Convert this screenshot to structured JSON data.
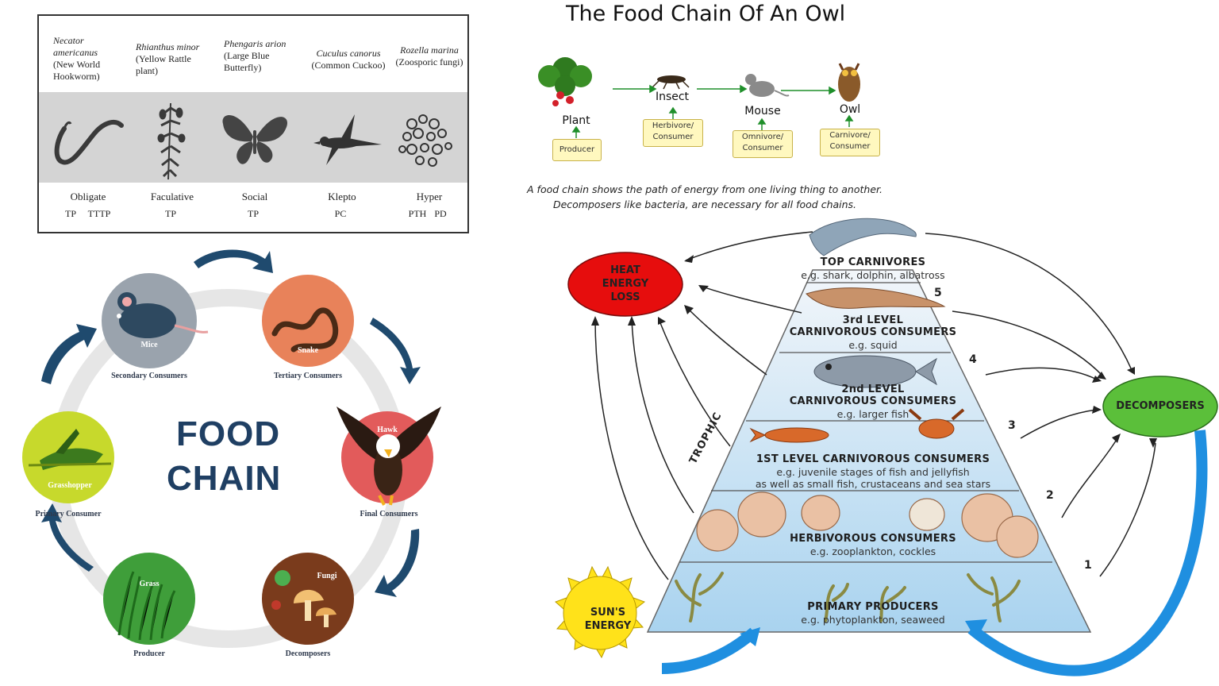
{
  "parasitism": {
    "species": [
      {
        "latin": "Necator americanus",
        "common": "(New World Hookworm)",
        "type": "Obligate",
        "codes": [
          "TP",
          "TTTP"
        ],
        "icon": "hookworm-icon"
      },
      {
        "latin": "Rhianthus minor",
        "common": "(Yellow Rattle plant)",
        "type": "Faculative",
        "codes": [
          "TP"
        ],
        "icon": "yellow-rattle-icon"
      },
      {
        "latin": "Phengaris arion",
        "common": "(Large Blue Butterfly)",
        "type": "Social",
        "codes": [
          "TP"
        ],
        "icon": "butterfly-icon"
      },
      {
        "latin": "Cuculus canorus",
        "common": "(Common Cuckoo)",
        "type": "Klepto",
        "codes": [
          "PC"
        ],
        "icon": "cuckoo-icon"
      },
      {
        "latin": "Rozella marina",
        "common": "(Zoosporic fungi)",
        "type": "Hyper",
        "codes": [
          "PTH",
          "PD"
        ],
        "icon": "fungi-icon"
      }
    ]
  },
  "food_chain_cycle": {
    "title_line1": "FOOD",
    "title_line2": "CHAIN",
    "nodes": [
      {
        "name": "Mice",
        "caption": "Secondary Consumers",
        "color": "#9aa3ad"
      },
      {
        "name": "Snake",
        "caption": "Tertiary Consumers",
        "color": "#e8825a"
      },
      {
        "name": "Hawk",
        "caption": "Final Consumers",
        "color": "#e25b5b"
      },
      {
        "name": "Fungi",
        "caption": "Decomposers",
        "color": "#7a3b1c"
      },
      {
        "name": "Grass",
        "caption": "Producer",
        "color": "#3f9e3a"
      },
      {
        "name": "Grasshopper",
        "caption": "Primary Consumer",
        "color": "#c7d92c"
      }
    ],
    "arrow_color": "#1f4a6e"
  },
  "owl_chain": {
    "title": "The Food Chain Of An Owl",
    "stages": [
      {
        "label": "Plant",
        "role": [
          "Producer"
        ]
      },
      {
        "label": "Insect",
        "role": [
          "Herbivore/",
          "Consumer"
        ]
      },
      {
        "label": "Mouse",
        "role": [
          "Omnivore/",
          "Consumer"
        ]
      },
      {
        "label": "Owl",
        "role": [
          "Carnivore/",
          "Consumer"
        ]
      }
    ],
    "description_line1": "A food chain shows the path of energy from one living thing to another.",
    "description_line2": "Decomposers like bacteria, are necessary for all food chains."
  },
  "trophic_pyramid": {
    "side_label": "TROPHIC",
    "heat_loss": [
      "HEAT",
      "ENERGY",
      "LOSS"
    ],
    "sun": [
      "SUN'S",
      "ENERGY"
    ],
    "decomposers": "DECOMPOSERS",
    "levels": [
      {
        "num": "5",
        "title": "TOP CARNIVORES",
        "sub": [
          "e.g. shark, dolphin, albatross"
        ]
      },
      {
        "num": "4",
        "title": "3rd LEVEL",
        "title2": "CARNIVOROUS CONSUMERS",
        "sub": [
          "e.g. squid"
        ]
      },
      {
        "num": "3",
        "title": "2nd LEVEL",
        "title2": "CARNIVOROUS CONSUMERS",
        "sub": [
          "e.g. larger fish"
        ]
      },
      {
        "num": "2",
        "title": "1ST LEVEL CARNIVOROUS CONSUMERS",
        "sub": [
          "e.g. juvenile stages of fish and jellyfish",
          "as well as small fish, crustaceans and sea stars"
        ]
      },
      {
        "num": "1",
        "title": "HERBIVOROUS CONSUMERS",
        "sub": [
          "e.g. zooplankton, cockles"
        ]
      },
      {
        "num": "",
        "title": "PRIMARY PRODUCERS",
        "sub": [
          "e.g. phytoplankton, seaweed"
        ]
      }
    ],
    "colors": {
      "heat": "#e60d0d",
      "decomposer": "#5bbf3a",
      "sun": "#ffe21a",
      "water_top": "#f2f6fa",
      "water_bottom": "#a9d3ef",
      "cycle_arrow": "#1f8fe0"
    }
  }
}
